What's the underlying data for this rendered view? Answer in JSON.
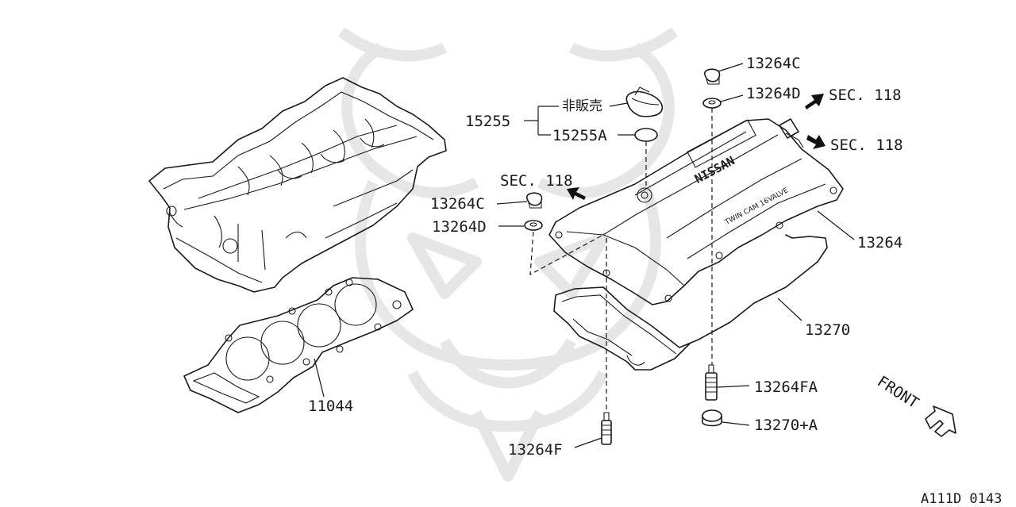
{
  "diagram": {
    "code": "A111D 0143",
    "front_label": "FRONT",
    "parts": {
      "p11044": "11044",
      "p13264": "13264",
      "p13264C_top": "13264C",
      "p13264D_top": "13264D",
      "p13264C_left": "13264C",
      "p13264D_left": "13264D",
      "p13264F": "13264F",
      "p13264FA": "13264FA",
      "p13270": "13270",
      "p13270A": "13270+A",
      "p15255": "15255",
      "p15255A": "15255A",
      "not_sold": "非販売"
    },
    "section_refs": {
      "sec_top": "SEC. 118",
      "sec_right": "SEC. 118",
      "sec_left": "SEC. 118"
    },
    "cover_text": {
      "brand": "NISSAN",
      "engine": "TWIN CAM 16VALVE"
    }
  }
}
